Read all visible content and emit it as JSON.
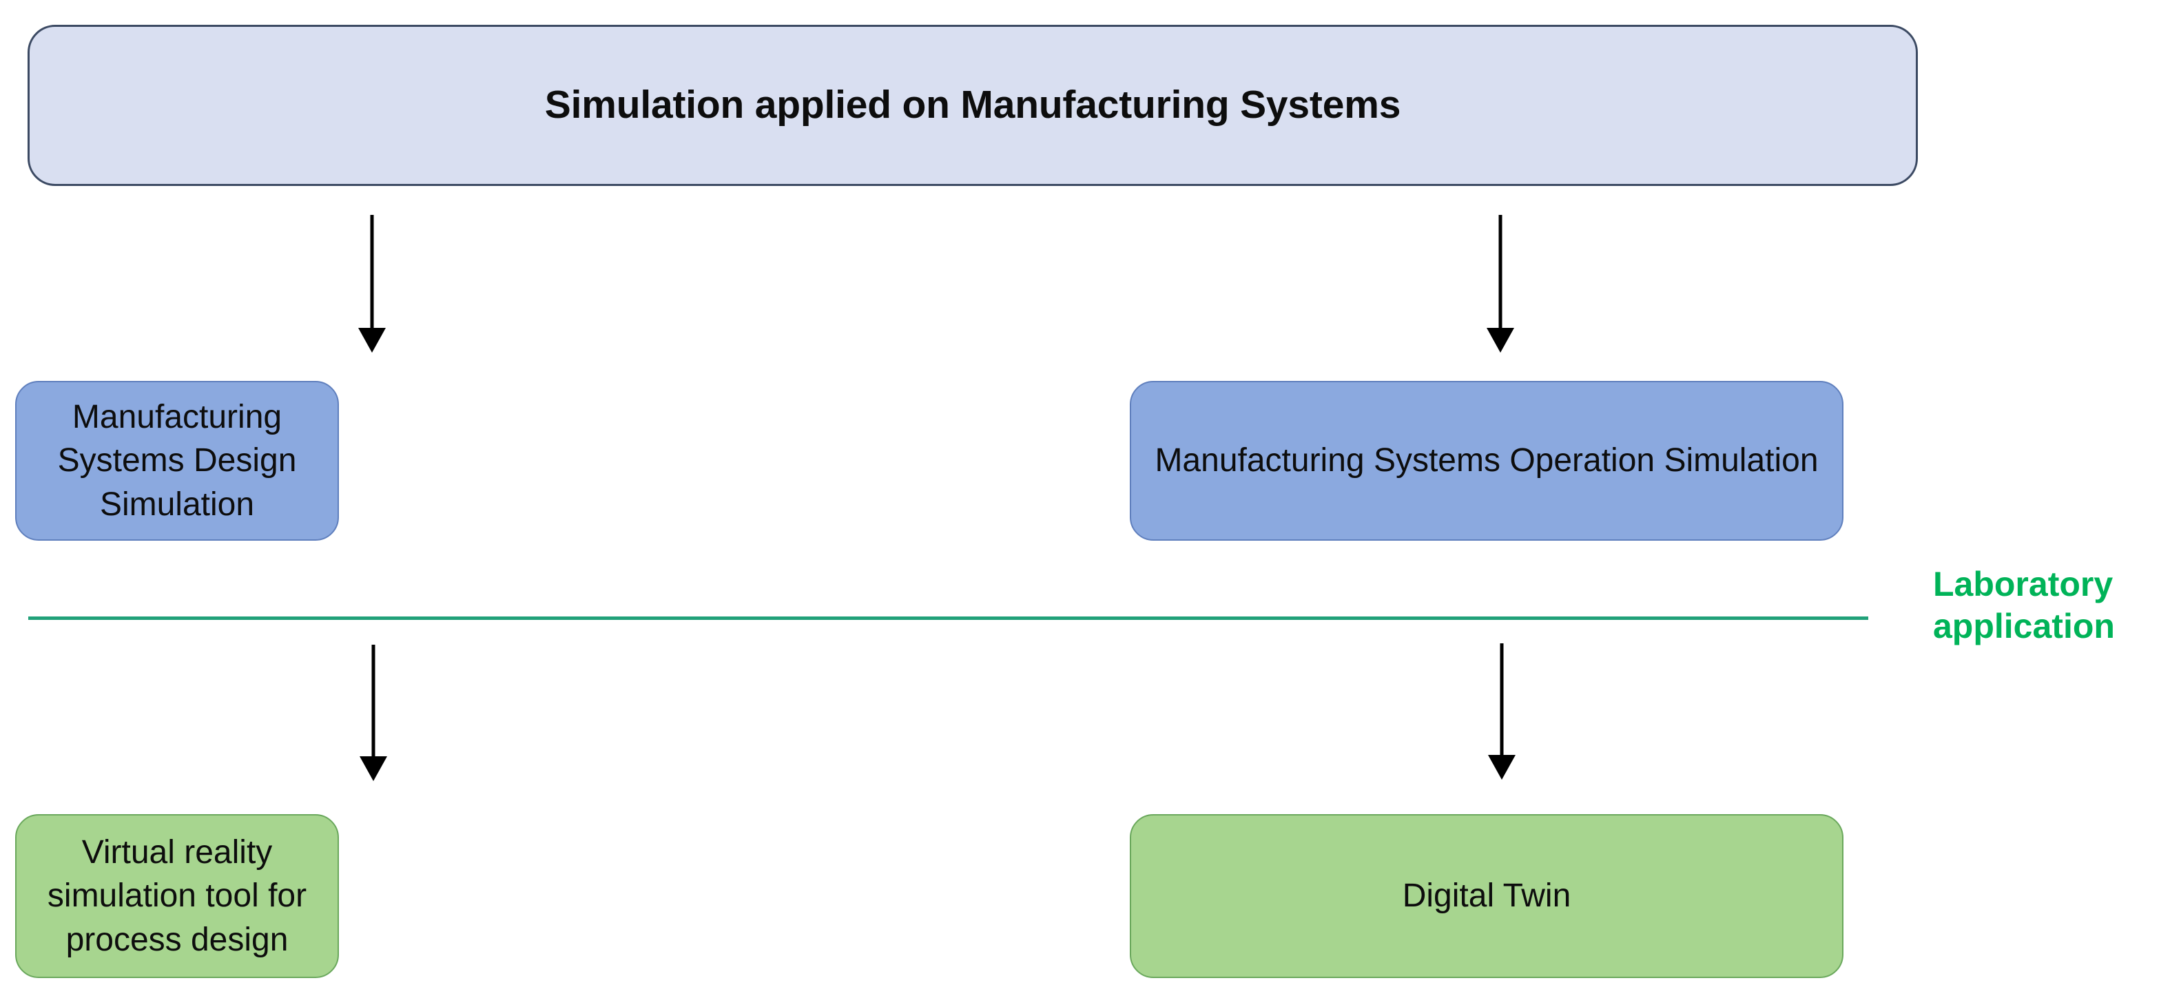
{
  "diagram": {
    "title": "Simulation applied on Manufacturing Systems",
    "root": {
      "label": "Simulation applied on Manufacturing Systems",
      "fill": "#D9DFF1",
      "stroke": "#3C4A63"
    },
    "level2": [
      {
        "id": "design-simulation",
        "label": "Manufacturing Systems Design Simulation",
        "fill": "#8BA9DF",
        "stroke": "#5F7FBD"
      },
      {
        "id": "operation-simulation",
        "label": "Manufacturing Systems Operation Simulation",
        "fill": "#8BA9DF",
        "stroke": "#5F7FBD"
      }
    ],
    "level3": [
      {
        "id": "vr-tool",
        "label": "Virtual reality simulation tool for process design",
        "fill": "#A7D58F",
        "stroke": "#6AA85C"
      },
      {
        "id": "digital-twin",
        "label": "Digital Twin",
        "fill": "#A7D58F",
        "stroke": "#6AA85C"
      }
    ],
    "divider": {
      "label": "Laboratory application",
      "line_color": "#21A179",
      "text_color": "#00B358"
    },
    "arrows": [
      {
        "id": "root-to-design",
        "from": "root",
        "to": "design-simulation"
      },
      {
        "id": "root-to-operation",
        "from": "root",
        "to": "operation-simulation"
      },
      {
        "id": "design-to-vr",
        "from": "design-simulation",
        "to": "vr-tool"
      },
      {
        "id": "operation-to-dt",
        "from": "operation-simulation",
        "to": "digital-twin"
      }
    ]
  }
}
